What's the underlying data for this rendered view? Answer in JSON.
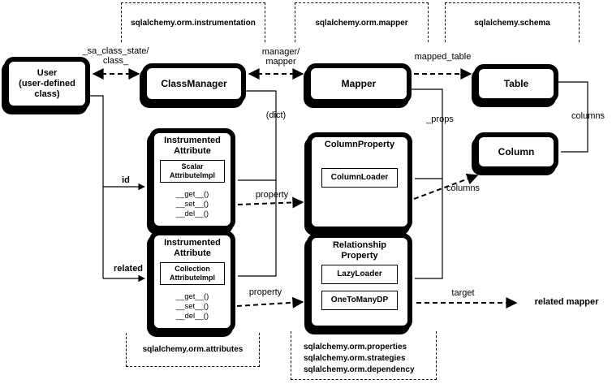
{
  "packages": {
    "instrumentation": "sqlalchemy.orm.instrumentation",
    "mapper": "sqlalchemy.orm.mapper",
    "schema": "sqlalchemy.schema",
    "attributes": "sqlalchemy.orm.attributes",
    "properties_lines": [
      "sqlalchemy.orm.properties",
      "sqlalchemy.orm.strategies",
      "sqlalchemy.orm.dependency"
    ]
  },
  "nodes": {
    "user": {
      "lines": [
        "User",
        "(user-defined",
        "class)"
      ]
    },
    "class_manager": {
      "title": "ClassManager"
    },
    "mapper": {
      "title": "Mapper"
    },
    "table": {
      "title": "Table"
    },
    "column": {
      "title": "Column"
    },
    "instrumented_attribute_scalar": {
      "title_lines": [
        "Instrumented",
        "Attribute"
      ],
      "impl_lines": [
        "Scalar",
        "AttributeImpl"
      ],
      "methods": [
        "__get__()",
        "__set__()",
        "__del__()"
      ]
    },
    "instrumented_attribute_collection": {
      "title_lines": [
        "Instrumented",
        "Attribute"
      ],
      "impl_lines": [
        "Collection",
        "AttributeImpl"
      ],
      "methods": [
        "__get__()",
        "__set__()",
        "__del__()"
      ]
    },
    "column_property": {
      "title": "ColumnProperty",
      "loader": "ColumnLoader"
    },
    "relationship_property": {
      "title_lines": [
        "Relationship",
        "Property"
      ],
      "loaders": [
        "LazyLoader",
        "OneToManyDP"
      ]
    }
  },
  "edge_labels": {
    "sa_class_state_lines": [
      "_sa_class_state/",
      "class_"
    ],
    "manager_mapper_lines": [
      "manager/",
      "mapper"
    ],
    "mapped_table": "mapped_table",
    "dict": "(dict)",
    "props": "_props",
    "columns_table": "columns",
    "columns_property": "columns",
    "property_scalar": "property",
    "property_collection": "property",
    "id": "id",
    "related": "related",
    "target": "target",
    "related_mapper": "related mapper"
  },
  "colors": {
    "foreground": "#000000",
    "background": "#ffffff"
  }
}
